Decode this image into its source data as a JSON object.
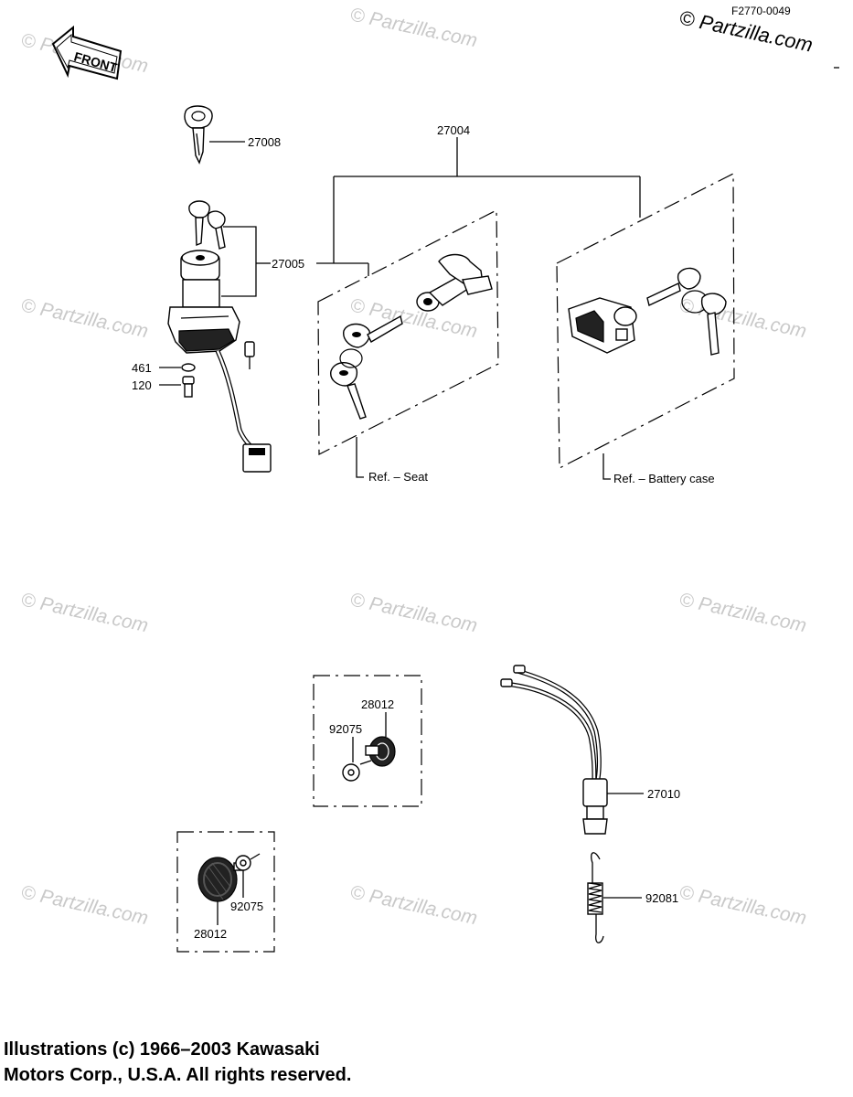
{
  "header": {
    "diagram_id": "F2770-0049",
    "copyright_mark": "© Partzilla.com",
    "watermark": "© Partzilla.com",
    "front_label": "FRONT"
  },
  "labels": {
    "key_blank": "27008",
    "lock_set": "27004",
    "ignition_switch": "27005",
    "washer": "461",
    "bolt": "120",
    "ref_seat": "Ref. – Seat",
    "ref_battery": "Ref. – Battery case",
    "reflector_top": "28012",
    "washer_top": "92075",
    "reflector_bottom": "28012",
    "washer_bottom": "92075",
    "brake_switch": "27010",
    "spring": "92081"
  },
  "footer": {
    "line1": "Illustrations (c) 1966–2003 Kawasaki",
    "line2": "Motors Corp., U.S.A.  All rights reserved."
  }
}
